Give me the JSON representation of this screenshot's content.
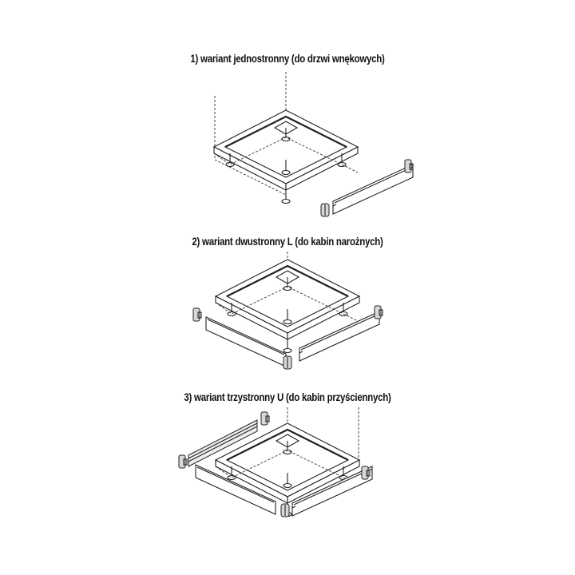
{
  "variants": [
    {
      "id": 1,
      "caption": "1) wariant jednostronny (do drzwi wnękowych)"
    },
    {
      "id": 2,
      "caption": "2) wariant dwustronny  L (do kabin narożnych)"
    },
    {
      "id": 3,
      "caption": "3) wariant trzystronny U (do kabin przyściennych)"
    }
  ]
}
